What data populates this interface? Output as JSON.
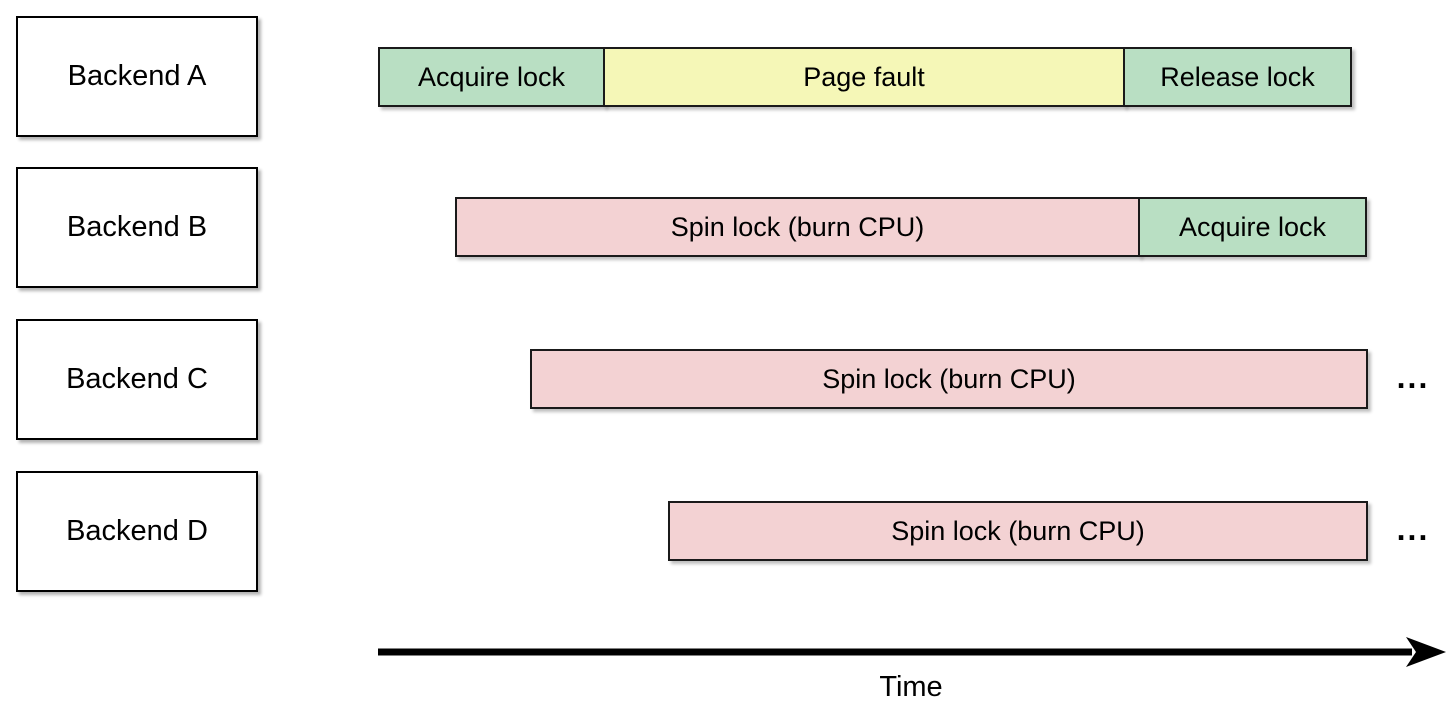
{
  "diagram": {
    "description": "Timeline diagram of four backends contending for a lock: Backend A holds the lock through a page fault while Backends B, C and D spin",
    "colors": {
      "lock_fill": "#b9dfc3",
      "page_fault_fill": "#f5f7b7",
      "spin_fill": "#f3d2d3",
      "box_fill": "#ffffff",
      "border": "#1a1a1a",
      "arrow": "#000000"
    },
    "backends": [
      {
        "label": "Backend A"
      },
      {
        "label": "Backend B"
      },
      {
        "label": "Backend C"
      },
      {
        "label": "Backend D"
      }
    ],
    "rows": [
      {
        "backend": "Backend A",
        "segments": [
          {
            "label": "Acquire lock",
            "type": "lock"
          },
          {
            "label": "Page fault",
            "type": "page_fault"
          },
          {
            "label": "Release lock",
            "type": "lock"
          }
        ],
        "continues": ""
      },
      {
        "backend": "Backend B",
        "segments": [
          {
            "label": "Spin lock (burn CPU)",
            "type": "spin"
          },
          {
            "label": "Acquire lock",
            "type": "lock"
          }
        ],
        "continues": ""
      },
      {
        "backend": "Backend C",
        "segments": [
          {
            "label": "Spin lock (burn CPU)",
            "type": "spin"
          }
        ],
        "continues": "..."
      },
      {
        "backend": "Backend D",
        "segments": [
          {
            "label": "Spin lock (burn CPU)",
            "type": "spin"
          }
        ],
        "continues": "..."
      }
    ],
    "axis": {
      "label": "Time"
    }
  }
}
